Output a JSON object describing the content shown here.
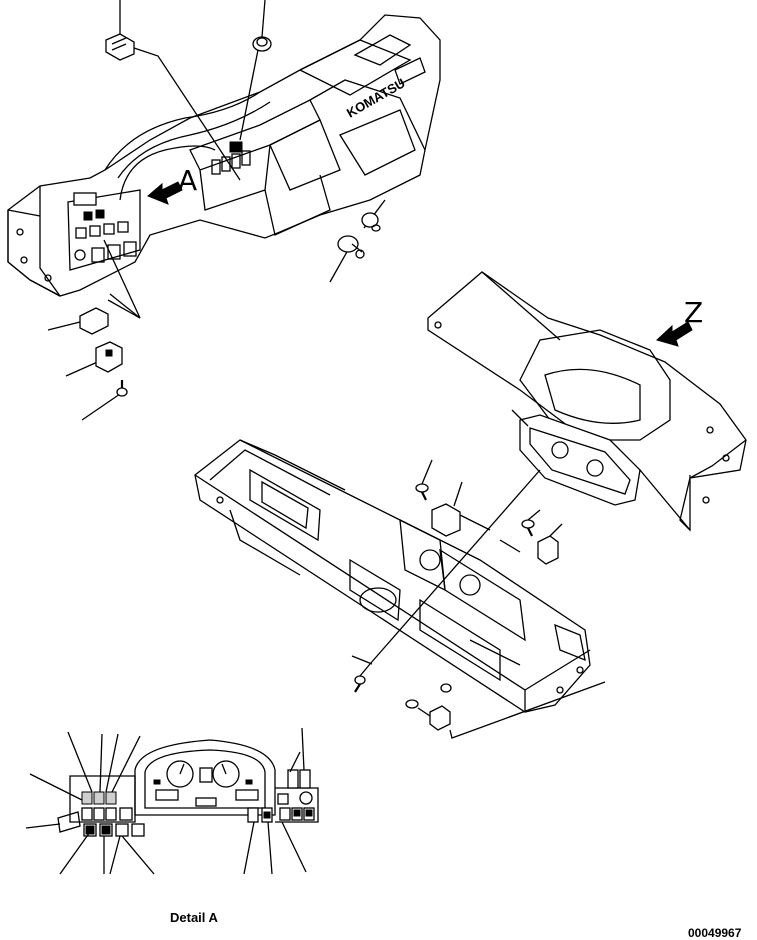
{
  "logo_text": "KOMATSU",
  "view_a_letter": "A",
  "view_z_letter": "Z",
  "detail_caption": "Detail A",
  "drawing_number": "00049967"
}
